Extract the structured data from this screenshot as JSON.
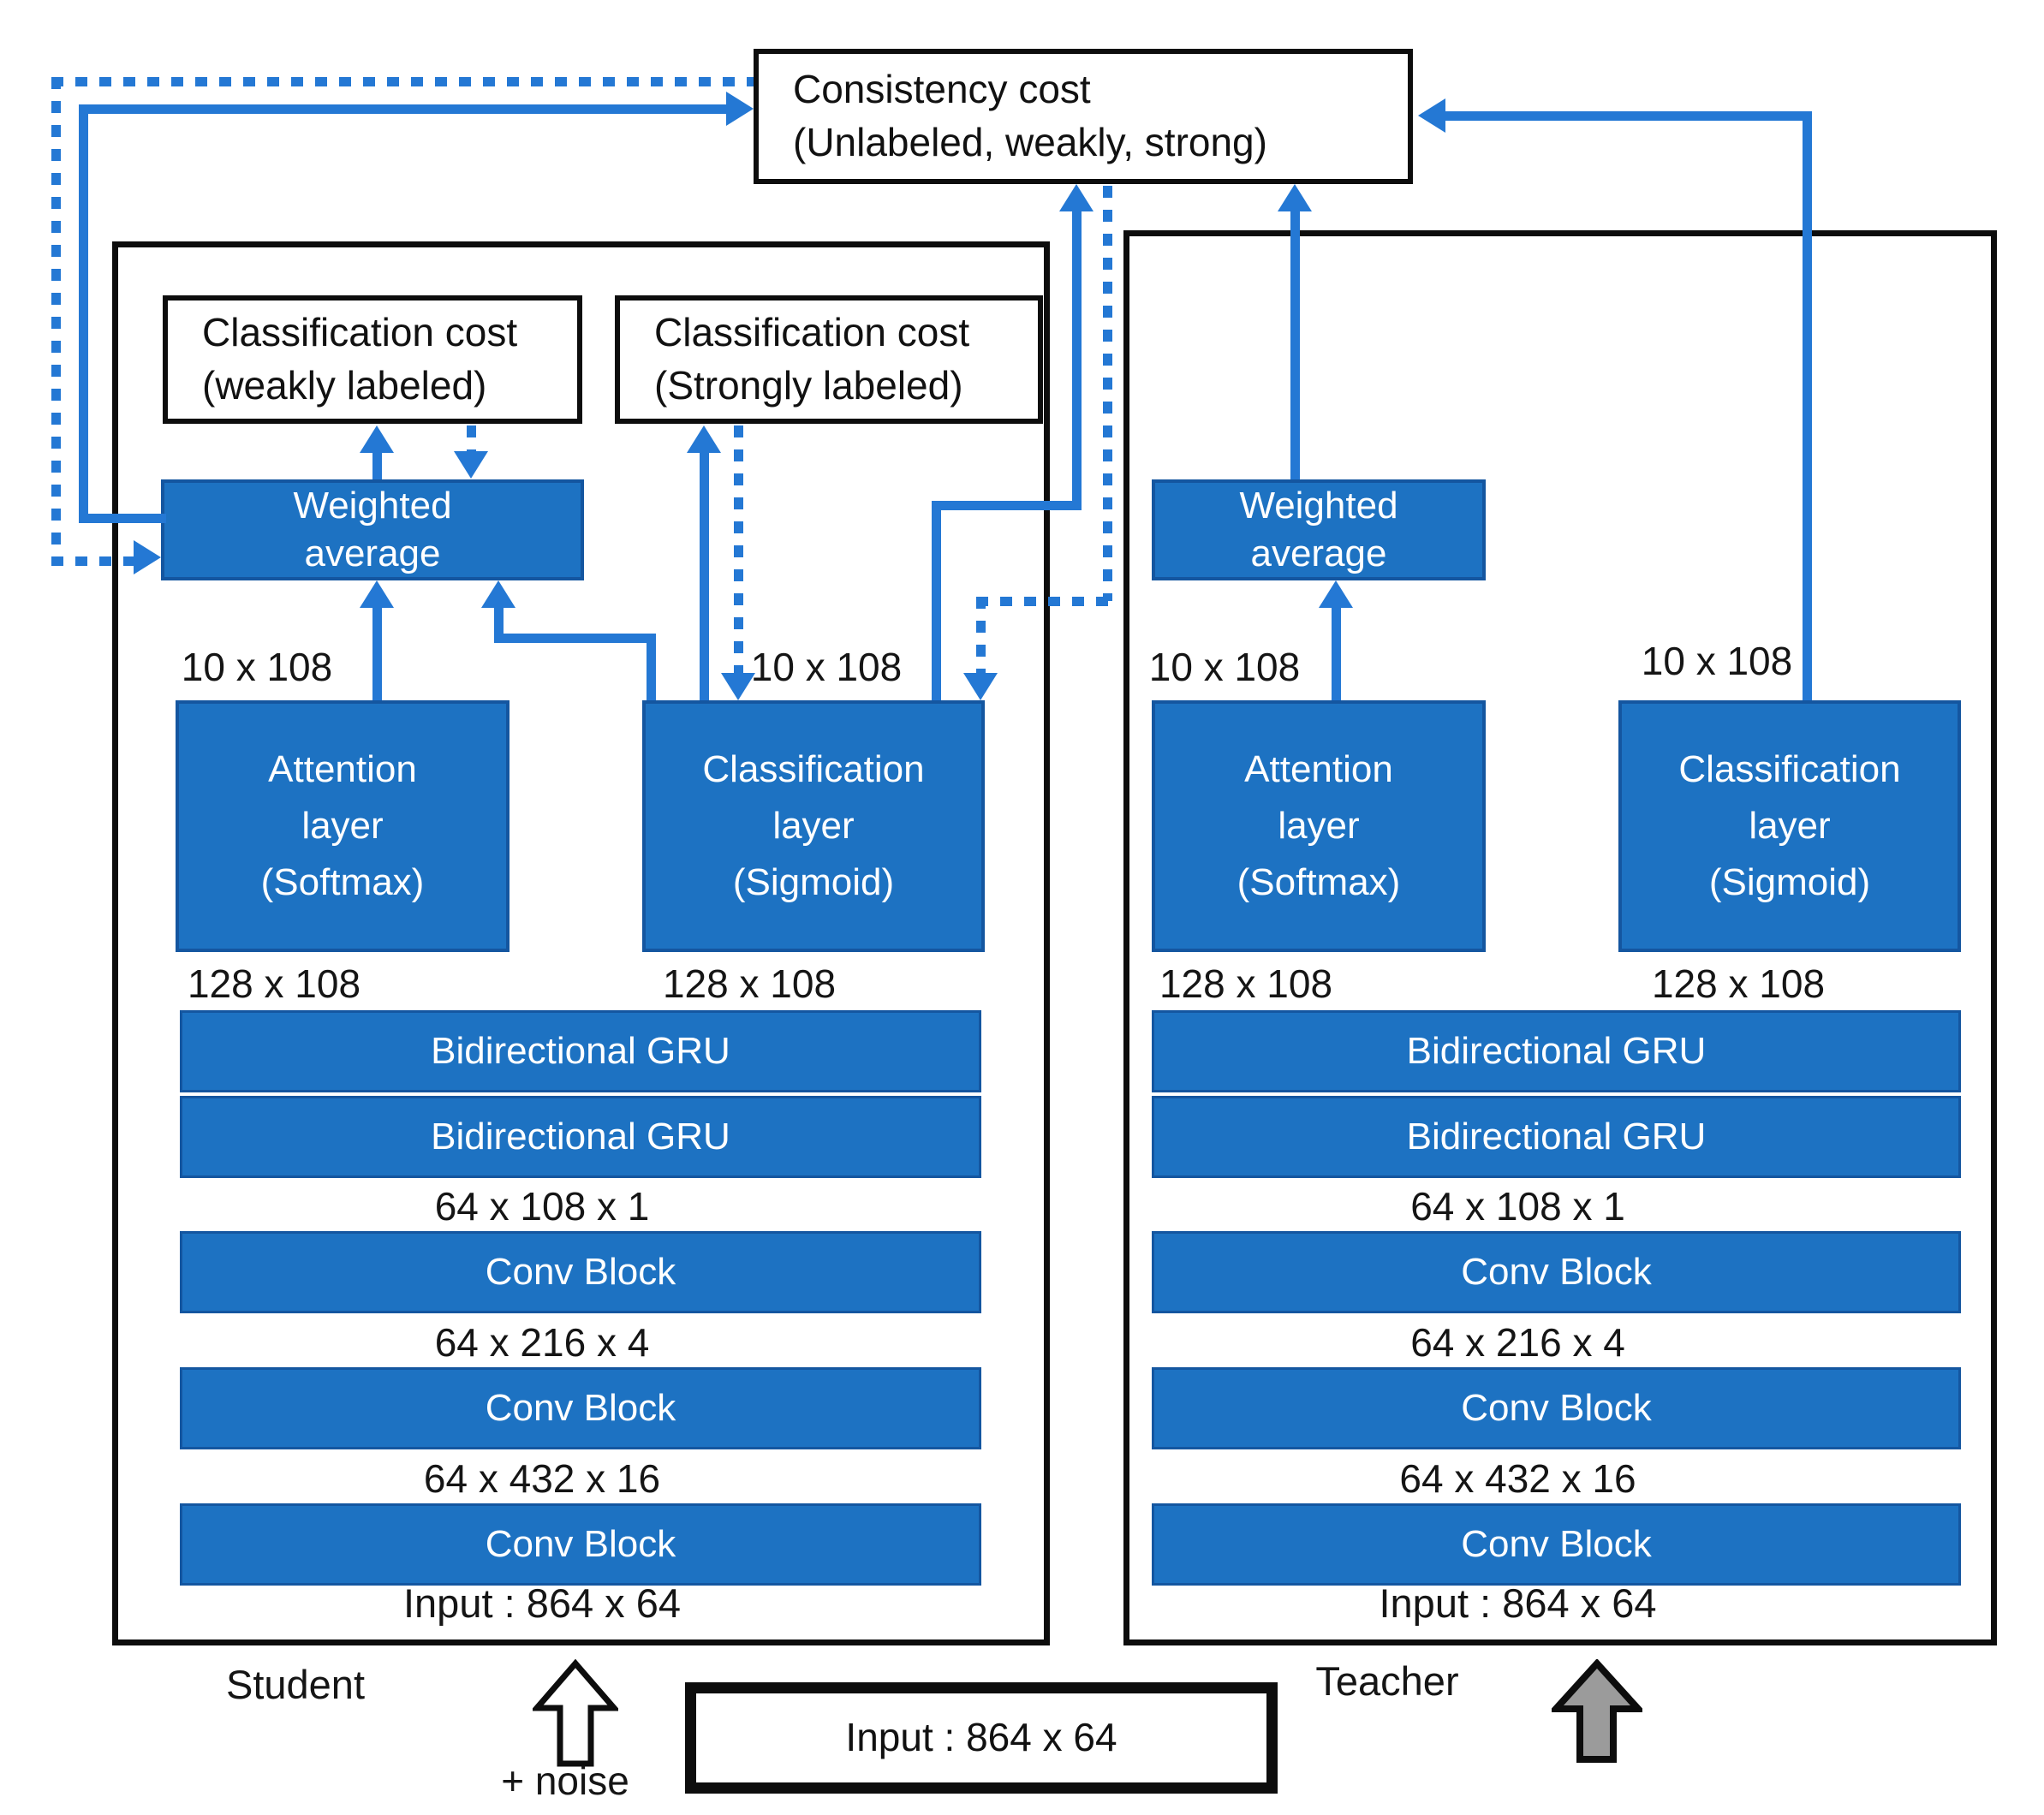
{
  "consistency": {
    "line1": "Consistency cost",
    "line2": "(Unlabeled, weakly, strong)"
  },
  "student": {
    "label": "Student",
    "cost_weak": {
      "line1": "Classification cost",
      "line2": "(weakly labeled)"
    },
    "cost_strong": {
      "line1": "Classification cost",
      "line2": "(Strongly labeled)"
    },
    "weighted_average": {
      "line1": "Weighted",
      "line2": "average"
    },
    "attention": {
      "line1": "Attention",
      "line2": "layer",
      "line3": "(Softmax)"
    },
    "classification": {
      "line1": "Classification",
      "line2": "layer",
      "line3": "(Sigmoid)"
    },
    "attn_out_dim": "10 x 108",
    "class_out_dim": "10 x 108",
    "attn_in_dim": "128 x 108",
    "class_in_dim": "128 x 108",
    "gru1": "Bidirectional GRU",
    "gru2": "Bidirectional GRU",
    "dim1": "64 x 108 x 1",
    "conv1": "Conv Block",
    "dim2": "64 x 216 x 4",
    "conv2": "Conv Block",
    "dim3": "64 x 432 x 16",
    "conv3": "Conv Block",
    "input_label": "Input : 864 x 64"
  },
  "teacher": {
    "label": "Teacher",
    "weighted_average": {
      "line1": "Weighted",
      "line2": "average"
    },
    "attention": {
      "line1": "Attention",
      "line2": "layer",
      "line3": "(Softmax)"
    },
    "classification": {
      "line1": "Classification",
      "line2": "layer",
      "line3": "(Sigmoid)"
    },
    "attn_out_dim": "10 x 108",
    "class_out_dim": "10 x 108",
    "attn_in_dim": "128 x 108",
    "class_in_dim": "128 x 108",
    "gru1": "Bidirectional GRU",
    "gru2": "Bidirectional GRU",
    "dim1": "64 x 108 x 1",
    "conv1": "Conv Block",
    "dim2": "64 x 216 x 4",
    "conv2": "Conv Block",
    "dim3": "64 x 432 x 16",
    "conv3": "Conv Block",
    "input_label": "Input : 864 x 64"
  },
  "bottom": {
    "input_label": "Input : 864 x 64",
    "noise_label": "+ noise"
  },
  "colors": {
    "box_blue": "#1d72c2",
    "box_blue_border": "#1456a0",
    "arrow_blue": "#2478d4",
    "outline_black": "#0d0d0d",
    "noise_arrow_fill": "#ffffff",
    "teacher_arrow_fill": "#9b9b9b"
  }
}
